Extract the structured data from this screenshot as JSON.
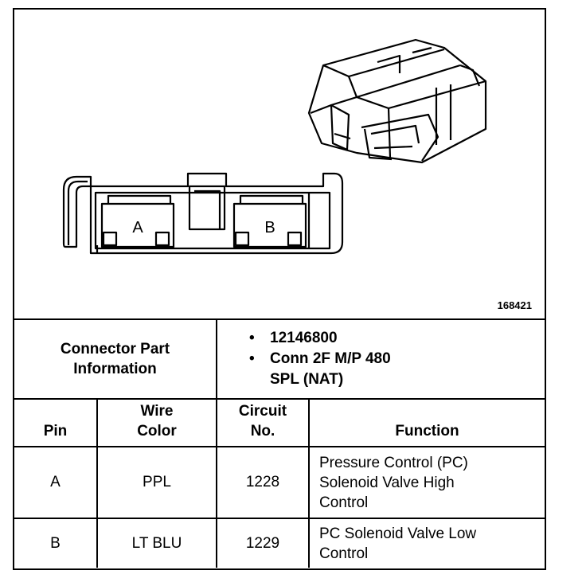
{
  "figure": {
    "id": "168421",
    "cavity_labels": [
      "A",
      "B"
    ]
  },
  "connector_info": {
    "label_line1": "Connector Part",
    "label_line2": "Information",
    "part_number": "12146800",
    "description_line1": "Conn 2F M/P 480",
    "description_line2": "SPL (NAT)"
  },
  "table": {
    "headers": {
      "pin": "Pin",
      "wire_color_line1": "Wire",
      "wire_color_line2": "Color",
      "circuit_line1": "Circuit",
      "circuit_line2": "No.",
      "function": "Function"
    },
    "rows": [
      {
        "pin": "A",
        "wire_color": "PPL",
        "circuit": "1228",
        "function_lines": [
          "Pressure Control (PC)",
          "Solenoid Valve High",
          "Control"
        ]
      },
      {
        "pin": "B",
        "wire_color": "LT BLU",
        "circuit": "1229",
        "function_lines": [
          "PC Solenoid Valve Low",
          "Control"
        ]
      }
    ]
  }
}
